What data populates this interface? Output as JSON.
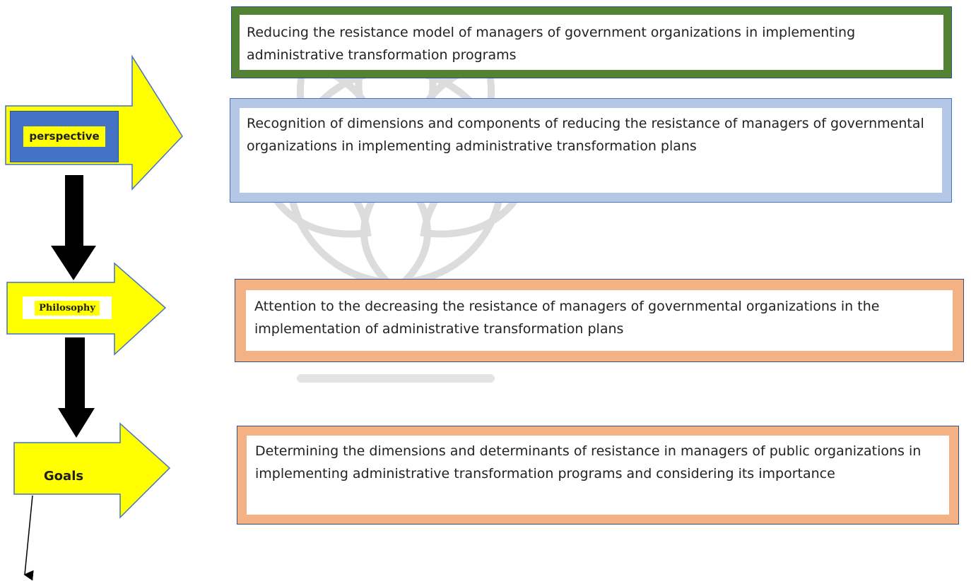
{
  "labels": {
    "perspective": "perspective",
    "philosophy": "Philosophy",
    "goals": "Goals"
  },
  "boxes": [
    {
      "text": "Reducing the resistance model of managers of government organizations in implementing administrative transformation programs"
    },
    {
      "text": "Recognition of dimensions and components of reducing the resistance of managers of governmental organizations in implementing administrative transformation plans"
    },
    {
      "text": "Attention to the decreasing the resistance of managers of governmental organizations in the implementation of administrative transformation plans"
    },
    {
      "text": "Determining the dimensions and determinants of resistance in managers of public organizations in implementing administrative transformation programs and considering its importance"
    }
  ],
  "colors": {
    "arrow_fill": "#ffff00",
    "arrow_outline": "#4472c4",
    "box1_border": "#548235",
    "box2_border": "#b4c7e7",
    "box3_border": "#f4b183",
    "box4_border": "#f4b183"
  }
}
